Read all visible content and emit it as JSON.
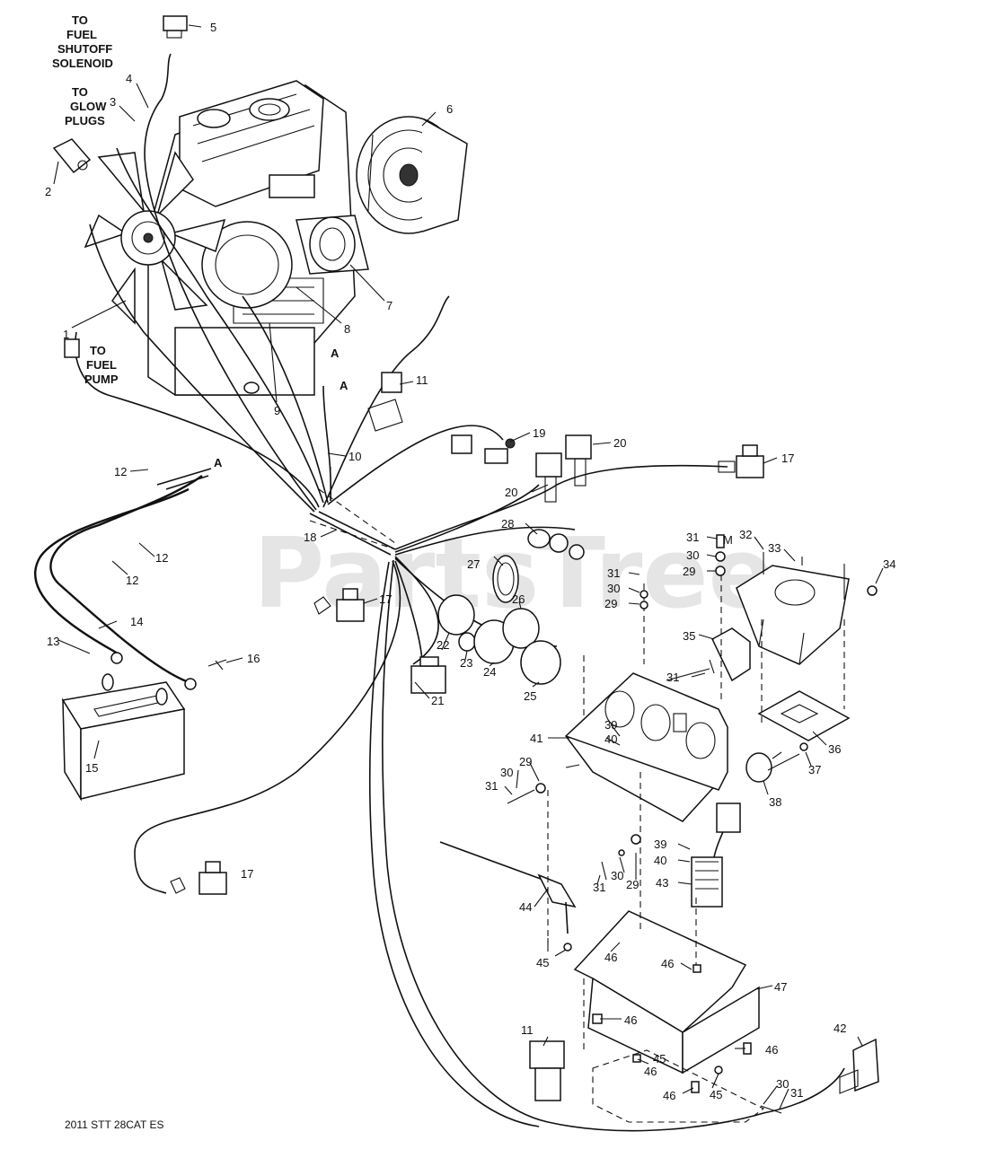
{
  "annotations": {
    "fuel_shutoff": [
      "TO",
      "FUEL",
      "SHUTOFF",
      "SOLENOID"
    ],
    "glow_plugs": [
      "TO",
      "GLOW",
      "PLUGS"
    ],
    "fuel_pump": [
      "TO",
      "FUEL",
      "PUMP"
    ]
  },
  "ground_refs": [
    "A",
    "A",
    "A"
  ],
  "part_numbers": [
    "1",
    "2",
    "3",
    "4",
    "5",
    "6",
    "7",
    "8",
    "9",
    "10",
    "11",
    "12",
    "13",
    "14",
    "15",
    "16",
    "17",
    "18",
    "19",
    "20",
    "21",
    "22",
    "23",
    "24",
    "25",
    "26",
    "27",
    "28",
    "29",
    "30",
    "31",
    "32",
    "33",
    "34",
    "35",
    "36",
    "37",
    "38",
    "39",
    "40",
    "41",
    "42",
    "43",
    "44",
    "45",
    "46",
    "47"
  ],
  "footer": {
    "model_code": "2011 STT 28CAT ES"
  },
  "watermark": {
    "text": "PartsTree",
    "mark": "TM"
  }
}
